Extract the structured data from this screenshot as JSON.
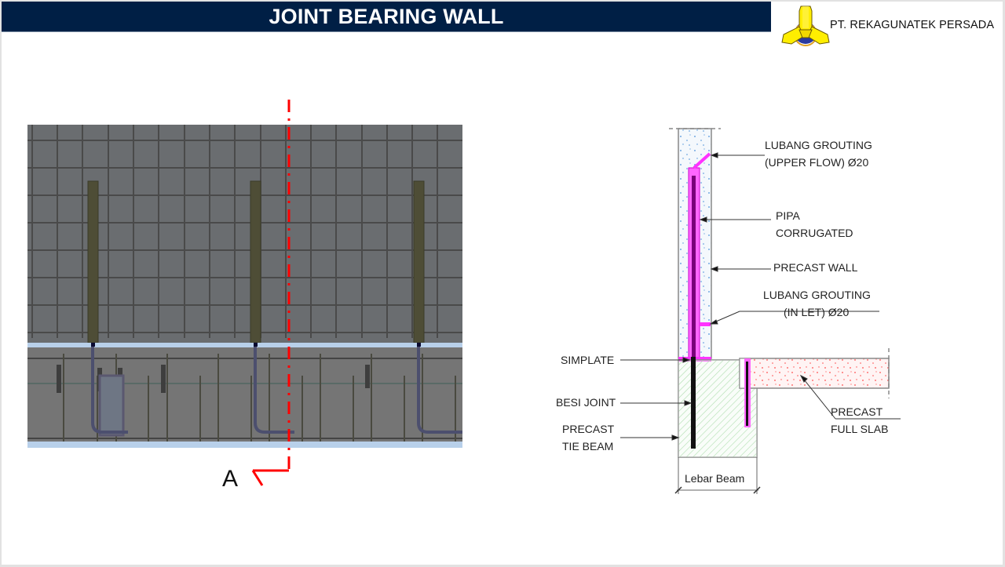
{
  "header": {
    "title": "JOINT BEARING WALL",
    "bar_color": "#001f45",
    "company_name": "PT. REKAGUNATEK PERSADA",
    "logo_icon": "yellow-tripod-logo-icon"
  },
  "left_view": {
    "description": "3D render of precast wall joint with rebar grid and corrugated pipes",
    "section_marker": {
      "label": "A",
      "line_color": "#ff0000"
    }
  },
  "section_detail": {
    "labels": {
      "lubang_upper_1": "LUBANG GROUTING",
      "lubang_upper_2": "(UPPER FLOW) Ø20",
      "pipa_1": "PIPA",
      "pipa_2": "CORRUGATED",
      "precast_wall": "PRECAST WALL",
      "lubang_inlet_1": "LUBANG GROUTING",
      "lubang_inlet_2": "(IN LET) Ø20",
      "simplate": "SIMPLATE",
      "besi_joint": "BESI JOINT",
      "tie_beam_1": "PRECAST",
      "tie_beam_2": "TIE BEAM",
      "full_slab_1": "PRECAST",
      "full_slab_2": "FULL SLAB",
      "dimension": "Lebar Beam"
    },
    "colors": {
      "grout_pipe": "#ff33ff",
      "rebar": "#111111",
      "tie_beam_hatch": "#7cc47c",
      "wall_speckle": "#4a90d9",
      "slab_speckle": "#ff4d4d"
    }
  }
}
